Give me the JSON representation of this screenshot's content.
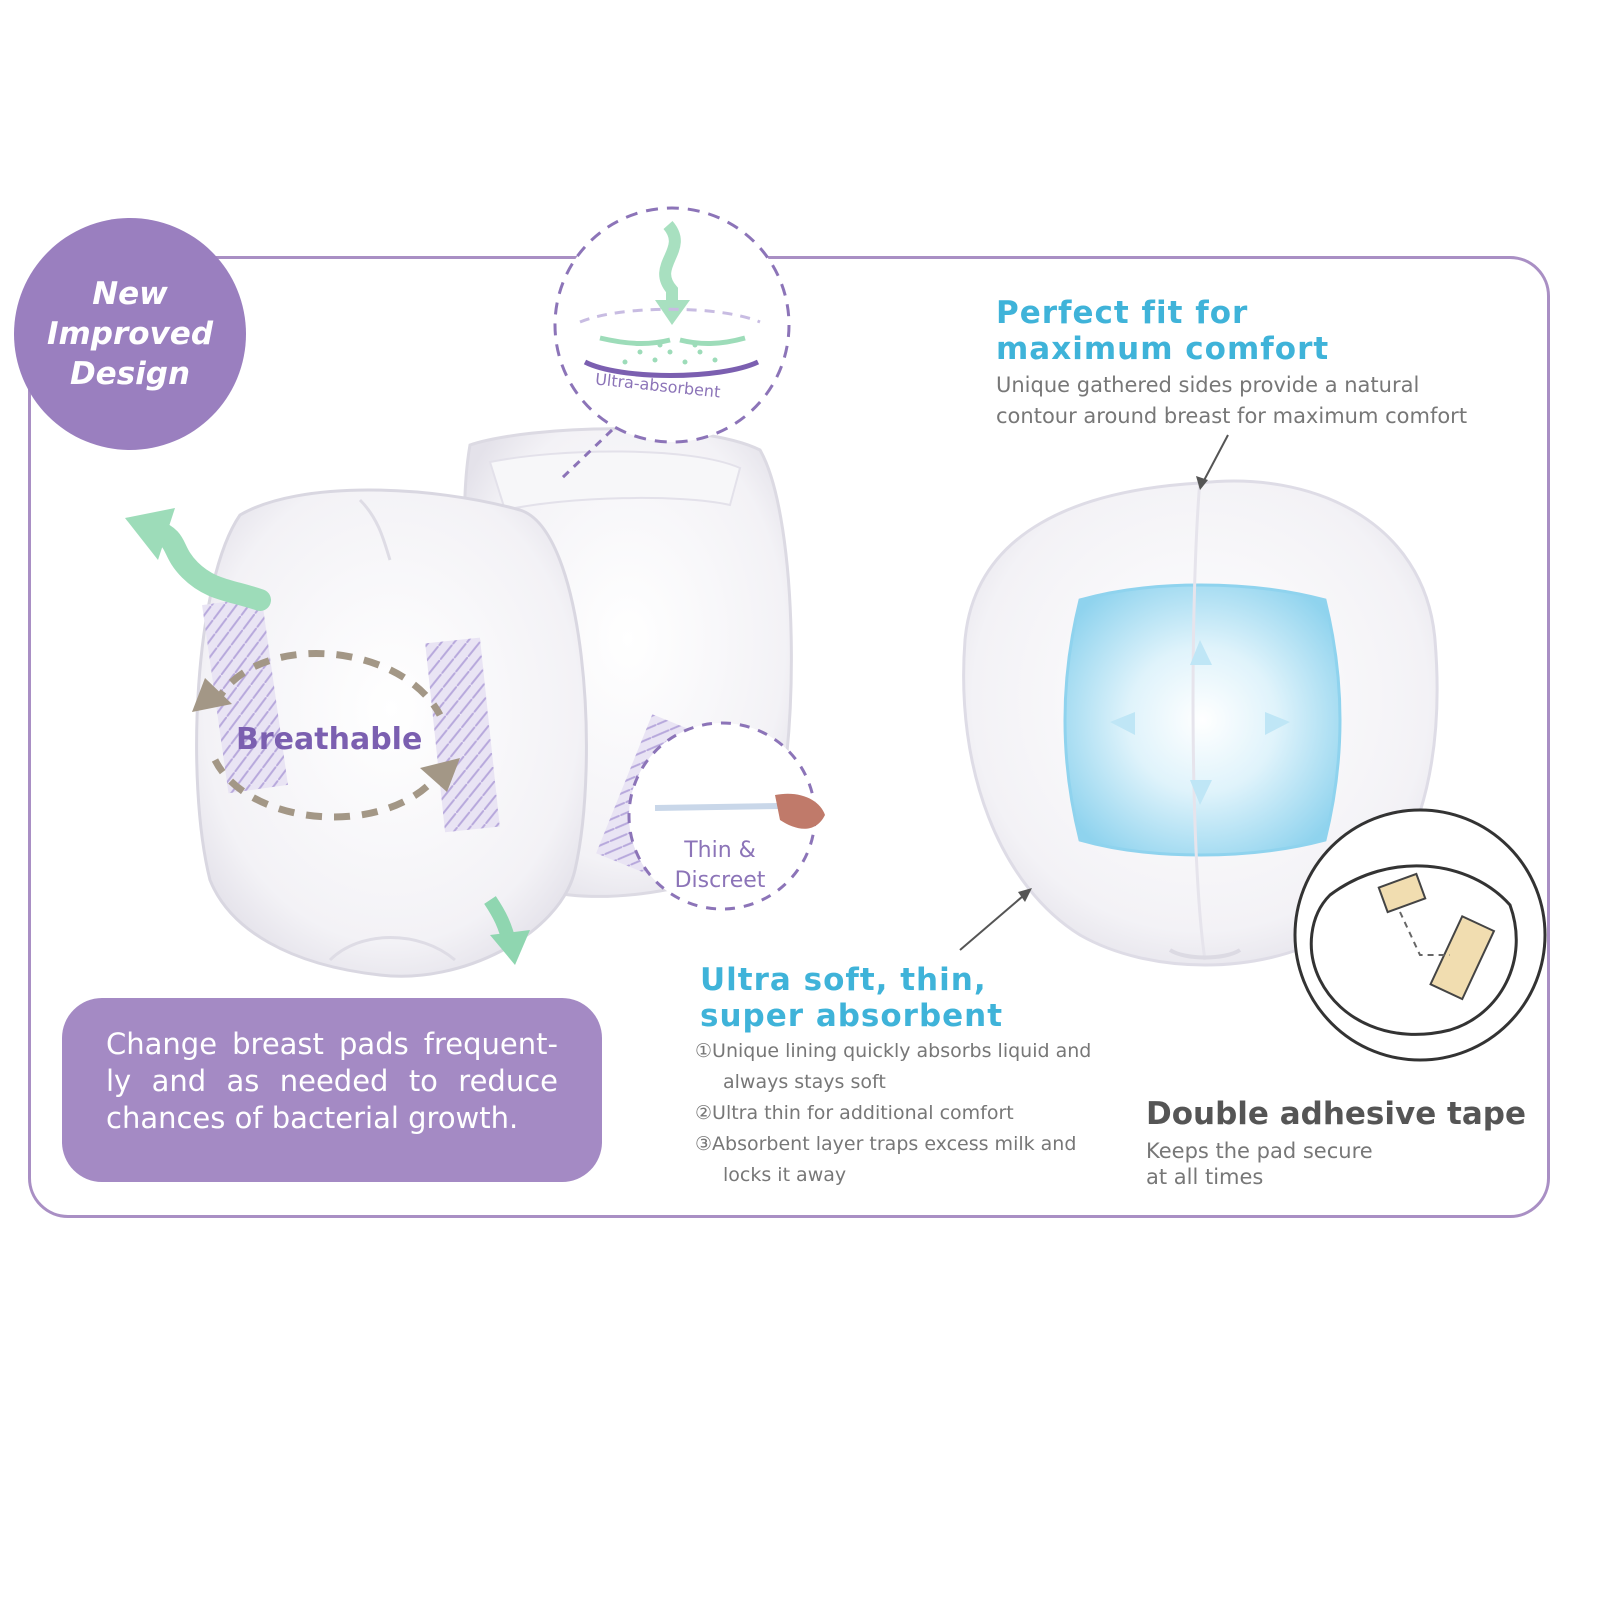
{
  "badge": {
    "line1": "New",
    "line2": "Improved",
    "line3": "Design"
  },
  "callouts": {
    "ultra_absorbent": "Ultra-absorbent",
    "breathable": "Breathable",
    "thin_line1": "Thin &",
    "thin_line2": "Discreet"
  },
  "notice": "Change breast pads frequent-ly and as needed to reduce chances of bacterial growth.",
  "fit": {
    "title_line1": "Perfect fit for",
    "title_line2": "maximum comfort",
    "desc_line1": "Unique gathered sides provide a natural",
    "desc_line2": "contour around breast for maximum comfort"
  },
  "soft": {
    "title_line1": "Ultra soft, thin,",
    "title_line2": "super absorbent",
    "items": [
      "①Unique lining quickly absorbs liquid and always stays soft",
      "②Ultra thin for additional comfort",
      "③Absorbent layer traps excess milk and locks it away"
    ]
  },
  "tape": {
    "title": "Double adhesive tape",
    "desc_line1": "Keeps the pad secure",
    "desc_line2": "at all times"
  },
  "colors": {
    "purple": "#a48ac4",
    "blue": "#3fb3d9",
    "green": "#8fd6b0",
    "border": "#a98fc4"
  }
}
